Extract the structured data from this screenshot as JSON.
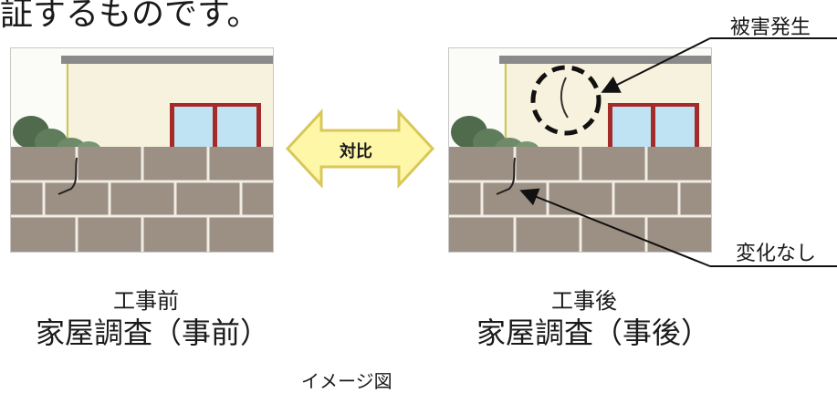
{
  "heading": "証するものです。",
  "comparison_label": "対比",
  "before": {
    "small_caption": "工事前",
    "main_caption": "家屋調査（事前）"
  },
  "after": {
    "small_caption": "工事後",
    "main_caption": "家屋調査（事後）"
  },
  "callouts": {
    "damage": "被害発生",
    "no_change": "変化なし"
  },
  "footer": "イメージ図",
  "colors": {
    "wall": "#f7f2dd",
    "roof": "#8a8a8a",
    "brick": "#9c8f83",
    "window_frame": "#a52a2a",
    "window_glass": "#bfe3f3",
    "arrow_fill": "#fff7a8",
    "arrow_stroke": "#d8c75a",
    "shrub": "#4f6b4c"
  }
}
